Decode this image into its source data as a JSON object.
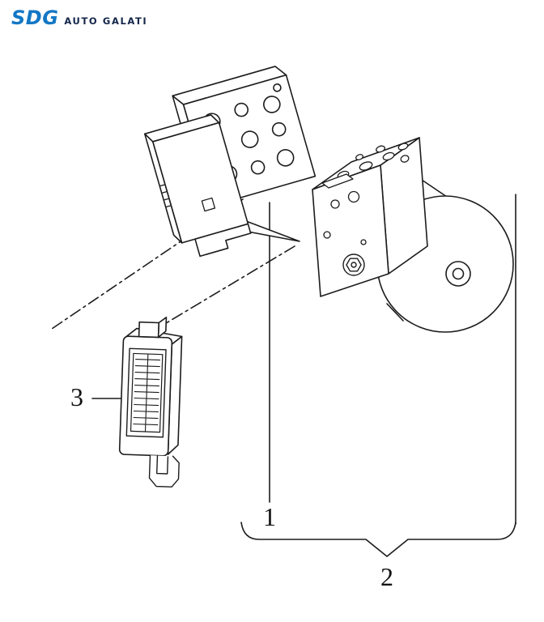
{
  "page": {
    "background": "#ffffff"
  },
  "logo": {
    "brand": "SDG",
    "subtitle": "AUTO GALATI",
    "brand_color": "#1377c5",
    "subtitle_color": "#14264a"
  },
  "diagram": {
    "description": "exploded-parts-diagram-abs-hydraulic-unit-control-module-and-connector",
    "line_color": "#1c1c1c",
    "callouts": {
      "label_1": "1",
      "label_2": "2",
      "label_3": "3"
    },
    "parts": [
      {
        "callout": "1",
        "component": "abs-control-module-with-bracket-plate"
      },
      {
        "callout": "2",
        "component": "abs-hydraulic-unit-with-pump-motor"
      },
      {
        "callout": "3",
        "component": "wiring-harness-connector"
      }
    ]
  }
}
